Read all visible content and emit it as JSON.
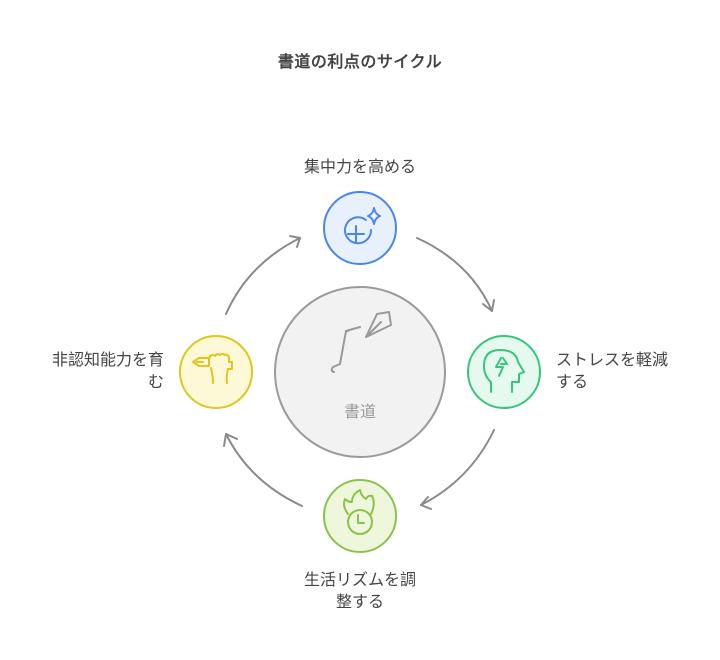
{
  "title": "書道の利点のサイクル",
  "center": {
    "label": "書道",
    "icon": "calligraphy-brush-icon",
    "fill": "#f2f2f2",
    "stroke": "#999999"
  },
  "nodes": [
    {
      "position": "top",
      "label_lines": [
        "集中力を高める"
      ],
      "icon": "focus-plus-sparkle-icon",
      "fill": "#e8f0fc",
      "stroke": "#4a86e8"
    },
    {
      "position": "right",
      "label_lines": [
        "ストレスを軽減",
        "する"
      ],
      "icon": "head-lightning-icon",
      "fill": "#e6f9ef",
      "stroke": "#34c77b"
    },
    {
      "position": "bottom",
      "label_lines": [
        "生活リズムを調",
        "整する"
      ],
      "icon": "clock-flame-icon",
      "fill": "#eef7dc",
      "stroke": "#8bc34a"
    },
    {
      "position": "left",
      "label_lines": [
        "非認知能力を育",
        "む"
      ],
      "icon": "fist-pen-icon",
      "fill": "#fdf8d6",
      "stroke": "#e0c51d"
    }
  ],
  "arrows": {
    "color": "#8a8a8a",
    "direction": "clockwise"
  }
}
